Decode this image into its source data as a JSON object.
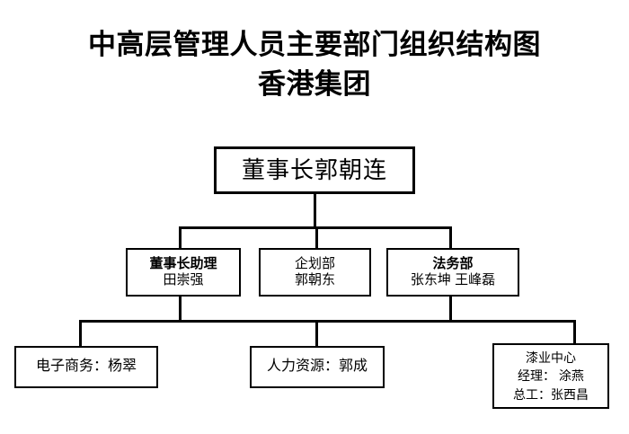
{
  "title": {
    "line1": "中高层管理人员主要部门组织结构图",
    "line2": "香港集团"
  },
  "chart_data": {
    "type": "diagram",
    "diagram_type": "organization-chart",
    "title": "中高层管理人员主要部门组织结构图 香港集团",
    "orientation": "top-down",
    "levels": 3,
    "nodes": [
      {
        "id": "root",
        "level": 1,
        "lines": [
          "董事长郭朝连"
        ],
        "role": "董事长",
        "person": "郭朝连"
      },
      {
        "id": "mid-1",
        "level": 2,
        "lines": [
          "董事长助理",
          "田崇强"
        ],
        "role": "董事长助理",
        "person": "田崇强",
        "parent": "root"
      },
      {
        "id": "mid-2",
        "level": 2,
        "lines": [
          "企划部",
          "郭朝东"
        ],
        "role": "企划部",
        "person": "郭朝东",
        "parent": "root"
      },
      {
        "id": "mid-3",
        "level": 2,
        "lines": [
          "法务部",
          "张东坤 王峰磊"
        ],
        "role": "法务部",
        "person": "张东坤 王峰磊",
        "parent": "root"
      },
      {
        "id": "bot-1",
        "level": 3,
        "lines": [
          "电子商务：杨翠"
        ],
        "role": "电子商务",
        "person": "杨翠",
        "parent": "mid-1"
      },
      {
        "id": "bot-2",
        "level": 3,
        "lines": [
          "人力资源：郭成"
        ],
        "role": "人力资源",
        "person": "郭成",
        "parent": "mid-1"
      },
      {
        "id": "bot-3",
        "level": 3,
        "lines": [
          "漆业中心",
          "经理： 涂燕",
          "总工：张西昌"
        ],
        "role": "漆业中心",
        "person": "涂燕 / 张西昌",
        "parent": "mid-3"
      }
    ],
    "edges": [
      {
        "from": "root",
        "to": "mid-1"
      },
      {
        "from": "root",
        "to": "mid-2"
      },
      {
        "from": "root",
        "to": "mid-3"
      },
      {
        "from": "mid-1",
        "to": "bot-1"
      },
      {
        "from": "mid-1",
        "to": "bot-2"
      },
      {
        "from": "mid-3",
        "to": "bot-3"
      }
    ],
    "colors": {
      "background": "#ffffff",
      "box_border": "#000000",
      "box_fill": "#ffffff",
      "text": "#000000",
      "connector": "#000000"
    }
  },
  "nodes": {
    "root": {
      "l1": "董事长郭朝连"
    },
    "mid1": {
      "l1": "董事长助理",
      "l2": "田崇强"
    },
    "mid2": {
      "l1": "企划部",
      "l2": "郭朝东"
    },
    "mid3": {
      "l1": "法务部",
      "l2": "张东坤 王峰磊"
    },
    "bot1": {
      "l1": "电子商务：杨翠"
    },
    "bot2": {
      "l1": "人力资源：郭成"
    },
    "bot3": {
      "l1": "漆业中心",
      "l2": "经理： 涂燕",
      "l3": "总工：张西昌"
    }
  }
}
